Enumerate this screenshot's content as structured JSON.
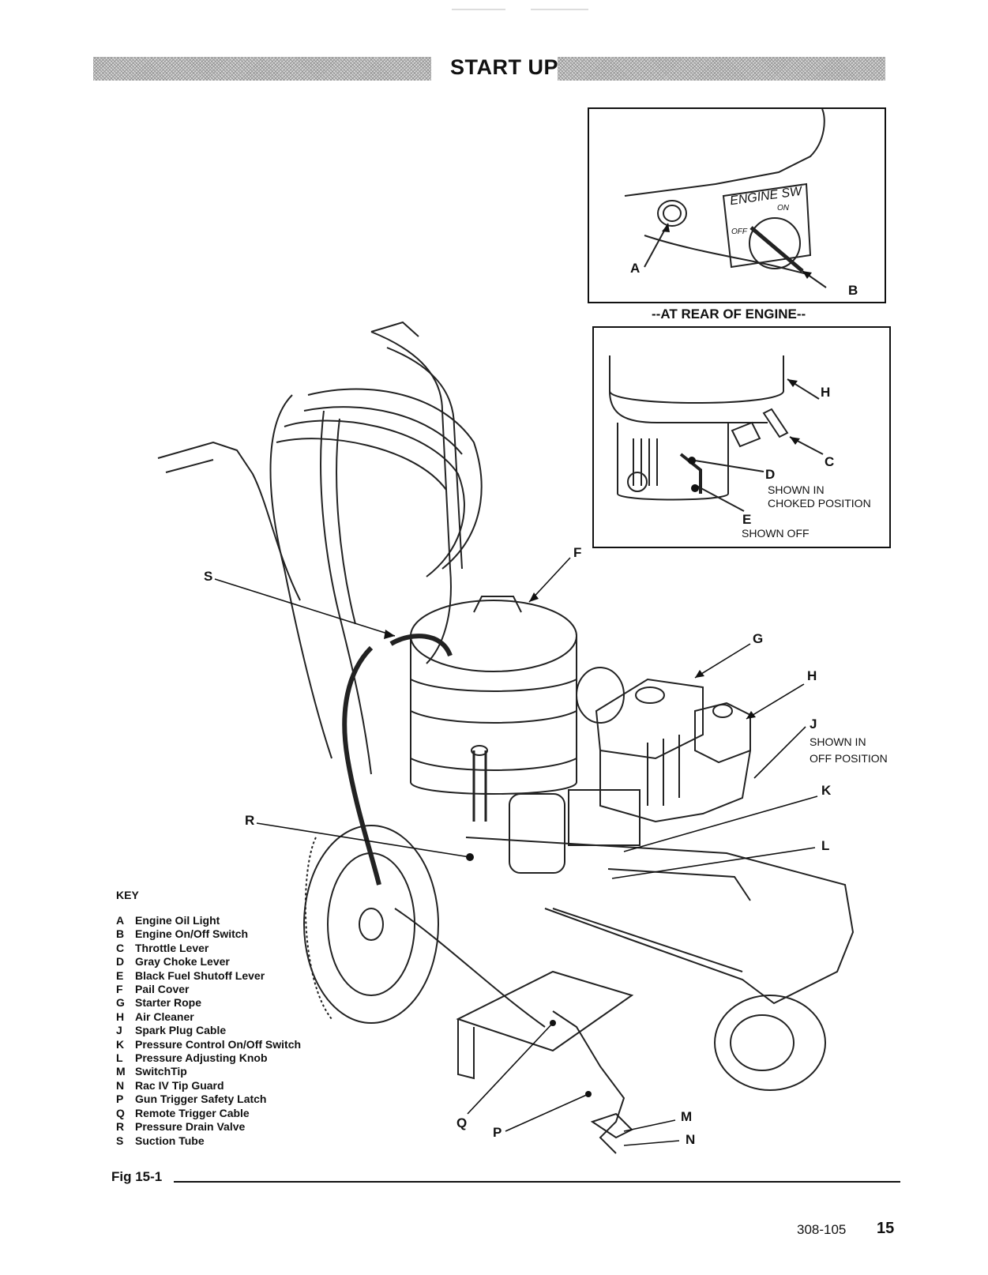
{
  "header": {
    "title": "START UP"
  },
  "inset_top": {
    "panel_text": "ENGINE SW",
    "on_text": "ON",
    "off_text": "OFF",
    "labels": {
      "a": "A",
      "b": "B"
    },
    "caption": "--AT REAR OF ENGINE--"
  },
  "inset_bottom": {
    "labels": {
      "h": "H",
      "c": "C",
      "d": "D",
      "e": "E"
    },
    "d_note_1": "SHOWN IN",
    "d_note_2": "CHOKED POSITION",
    "e_note": "SHOWN OFF"
  },
  "callouts": {
    "f": "F",
    "s": "S",
    "g": "G",
    "h": "H",
    "j": "J",
    "j_note_1": "SHOWN IN",
    "j_note_2": "OFF POSITION",
    "k": "K",
    "l": "L",
    "r": "R",
    "q": "Q",
    "p": "P",
    "m": "M",
    "n": "N"
  },
  "key": {
    "title": "KEY",
    "items": [
      {
        "letter": "A",
        "text": "Engine Oil Light"
      },
      {
        "letter": "B",
        "text": "Engine On/Off Switch"
      },
      {
        "letter": "C",
        "text": "Throttle Lever"
      },
      {
        "letter": "D",
        "text": "Gray Choke Lever"
      },
      {
        "letter": "E",
        "text": "Black Fuel Shutoff Lever"
      },
      {
        "letter": "F",
        "text": "Pail Cover"
      },
      {
        "letter": "G",
        "text": "Starter Rope"
      },
      {
        "letter": "H",
        "text": "Air Cleaner"
      },
      {
        "letter": "J",
        "text": "Spark Plug Cable"
      },
      {
        "letter": "K",
        "text": "Pressure Control On/Off Switch"
      },
      {
        "letter": "L",
        "text": "Pressure Adjusting Knob"
      },
      {
        "letter": "M",
        "text": "SwitchTip"
      },
      {
        "letter": "N",
        "text": "Rac IV Tip Guard"
      },
      {
        "letter": "P",
        "text": "Gun Trigger Safety Latch"
      },
      {
        "letter": "Q",
        "text": "Remote Trigger Cable"
      },
      {
        "letter": "R",
        "text": "Pressure Drain Valve"
      },
      {
        "letter": "S",
        "text": "Suction Tube"
      }
    ]
  },
  "footer": {
    "figure": "Fig 15-1",
    "doc_number": "308-105",
    "page": "15"
  }
}
